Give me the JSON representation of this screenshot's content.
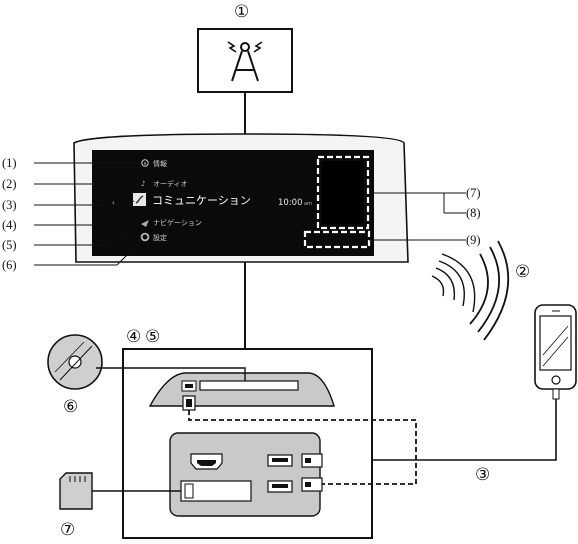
{
  "callouts": {
    "c1": "①",
    "c2": "②",
    "c3": "③",
    "c4": "④",
    "c5": "⑤",
    "c6": "⑥",
    "c7": "⑦"
  },
  "pointers": {
    "p1": "(1)",
    "p2": "(2)",
    "p3": "(3)",
    "p4": "(4)",
    "p5": "(5)",
    "p6": "(6)",
    "p7": "(7)",
    "p8": "(8)",
    "p9": "(9)"
  },
  "menu": {
    "info": "情報",
    "audio": "オーディオ",
    "communication": "コミュニケーション",
    "navigation": "ナビゲーション",
    "settings": "設定"
  },
  "clock": {
    "time": "10:00",
    "suffix": "am"
  }
}
